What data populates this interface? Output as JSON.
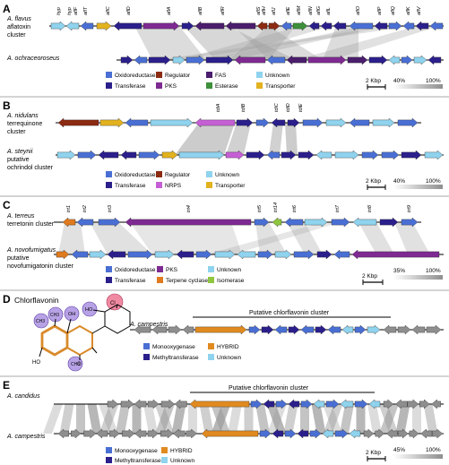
{
  "colors": {
    "oxidoreductase": "#4a6fd4",
    "transferase": "#2b1f8c",
    "regulator": "#8c2a12",
    "pks": "#7e2a92",
    "fas": "#4b1d6d",
    "esterase": "#3d8f3a",
    "unknown": "#8fd3ee",
    "transporter": "#e2b21f",
    "nrps": "#c65fd6",
    "terpene_cyclase": "#e07a1f",
    "isomerase": "#8fc63f",
    "monooxygenase": "#4a6fd4",
    "methyltransferase": "#2b1f8c",
    "hybrid": "#e08a1f",
    "gray_gene": "#8e8e8e",
    "molecule_orange": "#d98a2a",
    "circle_purple": "#b8a2e6",
    "circle_pink": "#f08aa2"
  },
  "panelA": {
    "letter": "A",
    "top": {
      "species": "A. flavus",
      "desc": "aflatoxin",
      "desc2": "cluster"
    },
    "bottom": {
      "species": "A. ochraceoroseus"
    },
    "gene_labels": [
      "hyp",
      "hyp",
      "aflF",
      "aflT",
      "aflC",
      "aflD",
      "aflA",
      "aflB",
      "aflR",
      "aflS",
      "aflH",
      "aflJ",
      "aflE",
      "aflM",
      "aflN",
      "aflG",
      "aflL",
      "aflO",
      "aflP",
      "aflQ",
      "aflK",
      "aflV"
    ],
    "legend": [
      "Oxidoreductase",
      "Regulator",
      "FAS",
      "Unknown",
      "Transferase",
      "PKS",
      "Esterase",
      "Transporter"
    ],
    "scale": {
      "label": "2 Kbp",
      "min": "40%",
      "max": "100%"
    }
  },
  "panelB": {
    "letter": "B",
    "top": {
      "species": "A. nidulans",
      "desc": "terrequinone",
      "desc2": "cluster"
    },
    "bottom": {
      "species": "A. steynii",
      "desc": "putative",
      "desc2": "ochrindol cluster"
    },
    "gene_labels": [
      "tdiA",
      "tdiB",
      "tdiC",
      "tdiD",
      "tdiE"
    ],
    "legend": [
      "Oxidoreductase",
      "Regulator",
      "Unknown",
      "Transferase",
      "NRPS",
      "Transporter"
    ],
    "scale": {
      "label": "2 Kbp",
      "min": "40%",
      "max": "100%"
    }
  },
  "panelC": {
    "letter": "C",
    "top": {
      "species": "A. terreus",
      "desc": "terretonin cluster"
    },
    "bottom": {
      "species": "A. novofumigatus",
      "desc": "putative",
      "desc2": "novofumigatonin cluster"
    },
    "gene_labels": [
      "trt1",
      "trt2",
      "trt3",
      "trt4",
      "trt5",
      "trt14",
      "trt6",
      "trt7",
      "trt8",
      "trt9"
    ],
    "legend": [
      "Oxidoreductase",
      "PKS",
      "Unknown",
      "Transferase",
      "Terpene cyclase",
      "Isomerase"
    ],
    "scale": {
      "label": "2 Kbp",
      "min": "35%",
      "max": "100%"
    }
  },
  "panelD": {
    "letter": "D",
    "compound": "Chlorflavonin",
    "atoms": {
      "cl": "Cl",
      "ho1": "HO",
      "oh": "OH",
      "ho2": "HO",
      "o": "O",
      "ch3_1": "CH3",
      "ch3_2": "CH3",
      "ch3_3": "CH3"
    },
    "species": "A. campestris",
    "cluster_label": "Putative chlorflavonin cluster",
    "legend": [
      "Monooxygenase",
      "HYBRID",
      "Methyltransferase",
      "Unknown"
    ]
  },
  "panelE": {
    "letter": "E",
    "top": {
      "species": "A. candidus"
    },
    "bottom": {
      "species": "A. campestris"
    },
    "cluster_label": "Putative chlorflavonin cluster",
    "legend": [
      "Monooxygenase",
      "HYBRID",
      "Methyltransferase",
      "Unknown"
    ],
    "scale": {
      "label": "2 Kbp",
      "min": "45%",
      "max": "100%"
    }
  }
}
